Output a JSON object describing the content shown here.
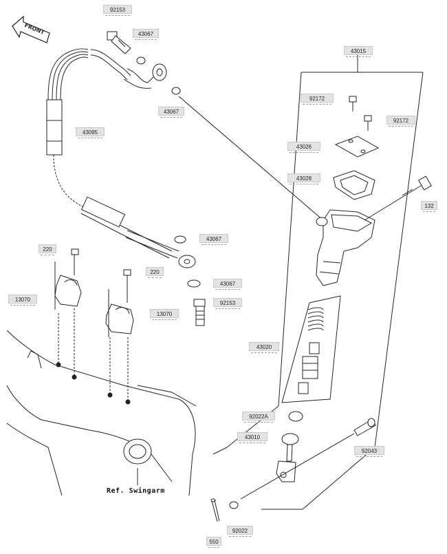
{
  "front_indicator": "FRONT",
  "reference_note": "Ref. Swingarm",
  "part_labels": {
    "p92153_top": "92153",
    "p43067_a": "43067",
    "p43067_b": "43067",
    "p43095": "43095",
    "p43015": "43015",
    "p92172_a": "92172",
    "p92172_b": "92172",
    "p43026": "43026",
    "p43028": "43028",
    "p132": "132",
    "p43067_c": "43067",
    "p43067_d": "43067",
    "p92153_low": "92153",
    "p220_a": "220",
    "p220_b": "220",
    "p13070_a": "13070",
    "p13070_b": "13070",
    "p43020": "43020",
    "p92022A": "92022A",
    "p43010": "43010",
    "p92043": "92043",
    "p550": "550",
    "p92022": "92022"
  }
}
